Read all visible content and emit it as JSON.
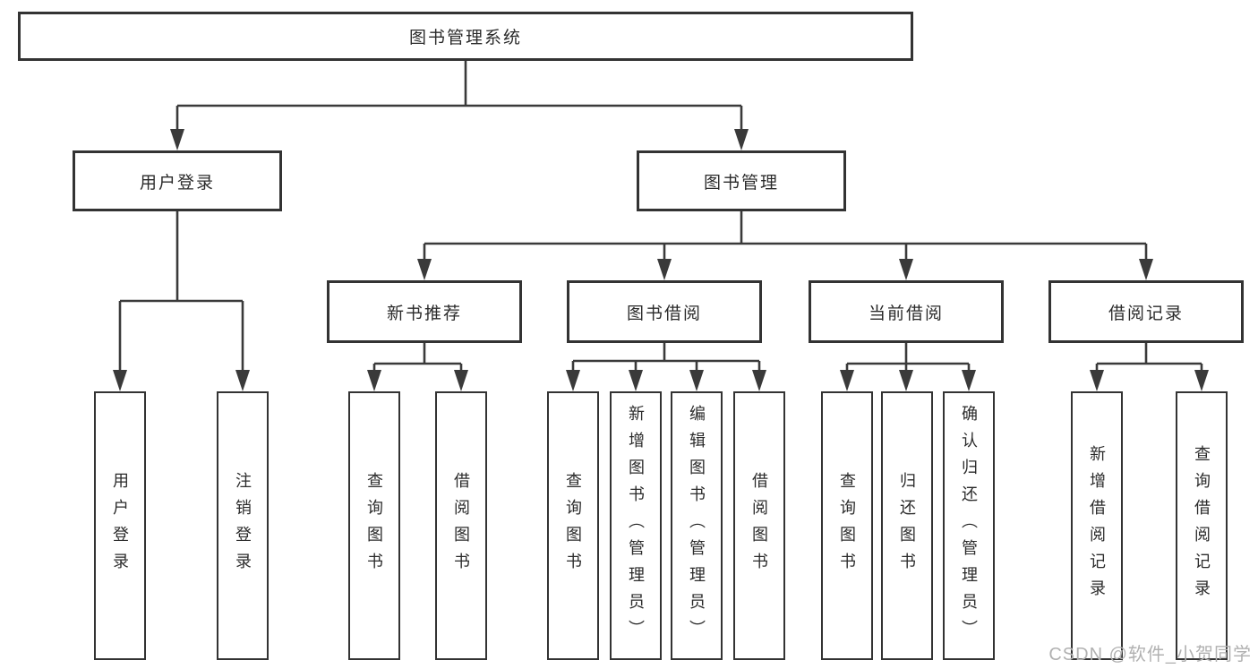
{
  "tree": {
    "label": "图书管理系统",
    "children": [
      {
        "label": "用户登录",
        "children": [
          {
            "label": "用户登录"
          },
          {
            "label": "注销登录"
          }
        ]
      },
      {
        "label": "图书管理",
        "children": [
          {
            "label": "新书推荐",
            "children": [
              {
                "label": "查询图书"
              },
              {
                "label": "借阅图书"
              }
            ]
          },
          {
            "label": "图书借阅",
            "children": [
              {
                "label": "查询图书"
              },
              {
                "label": "新增图书（管理员）"
              },
              {
                "label": "编辑图书（管理员）"
              },
              {
                "label": "借阅图书"
              }
            ]
          },
          {
            "label": "当前借阅",
            "children": [
              {
                "label": "查询图书"
              },
              {
                "label": "归还图书"
              },
              {
                "label": "确认归还（管理员）"
              }
            ]
          },
          {
            "label": "借阅记录",
            "children": [
              {
                "label": "新增借阅记录"
              },
              {
                "label": "查询借阅记录"
              }
            ]
          }
        ]
      }
    ]
  },
  "watermark": "CSDN @软件_小贺同学",
  "colors": {
    "line": "#3a3a3a",
    "box_border": "#333333",
    "text": "#2b2b2b",
    "watermark": "#b1b1b1",
    "background": "#ffffff"
  }
}
